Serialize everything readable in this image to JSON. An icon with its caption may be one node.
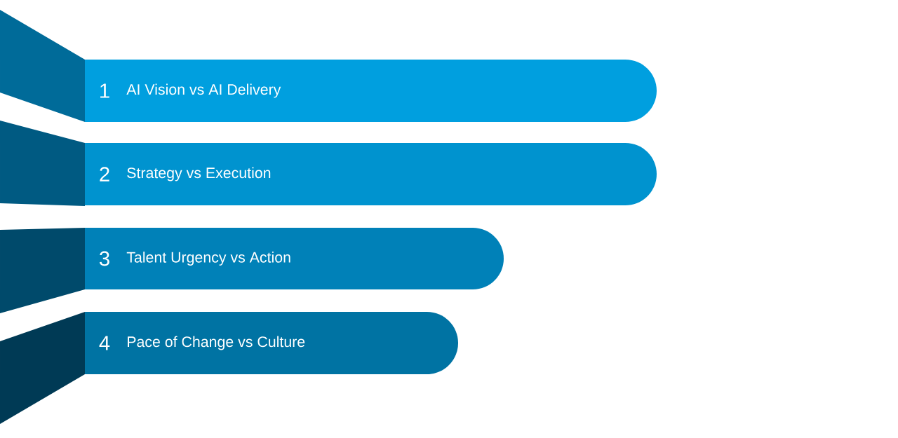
{
  "diagram": {
    "nodes": [
      {
        "text": [
          "1",
          "AI Vision vs AI Delivery"
        ]
      },
      {
        "text": [
          "2",
          "Strategy vs Execution"
        ]
      },
      {
        "text": [
          "3",
          "Talent Urgency vs Action"
        ]
      },
      {
        "text": [
          "4",
          "Pace of Change vs Culture"
        ]
      }
    ]
  }
}
